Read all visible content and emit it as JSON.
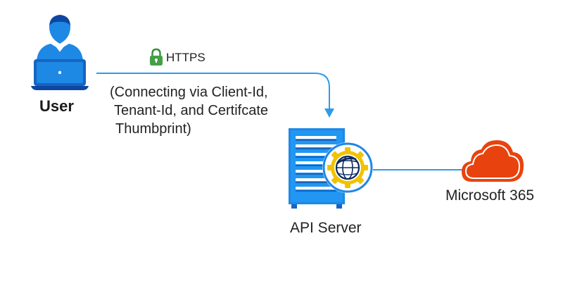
{
  "nodes": {
    "user": {
      "label": "User"
    },
    "api_server": {
      "label": "API Server"
    },
    "microsoft365": {
      "label": "Microsoft 365"
    }
  },
  "connection": {
    "protocol": "HTTPS",
    "note_lines": [
      "(Connecting via Client-Id,",
      "Tenant-Id, and Certifcate",
      "Thumbprint)"
    ]
  },
  "icons": {
    "user": "user-laptop-icon",
    "lock": "lock-icon",
    "server": "server-rack-icon",
    "gear": "gear-globe-icon",
    "cloud": "cloud-icon"
  },
  "colors": {
    "primary_blue": "#1e88e5",
    "dark_blue": "#0d47a1",
    "line_blue": "#2f9be8",
    "cloud_orange": "#e8430e",
    "lock_green": "#43a047",
    "gear_yellow": "#f2c200"
  }
}
